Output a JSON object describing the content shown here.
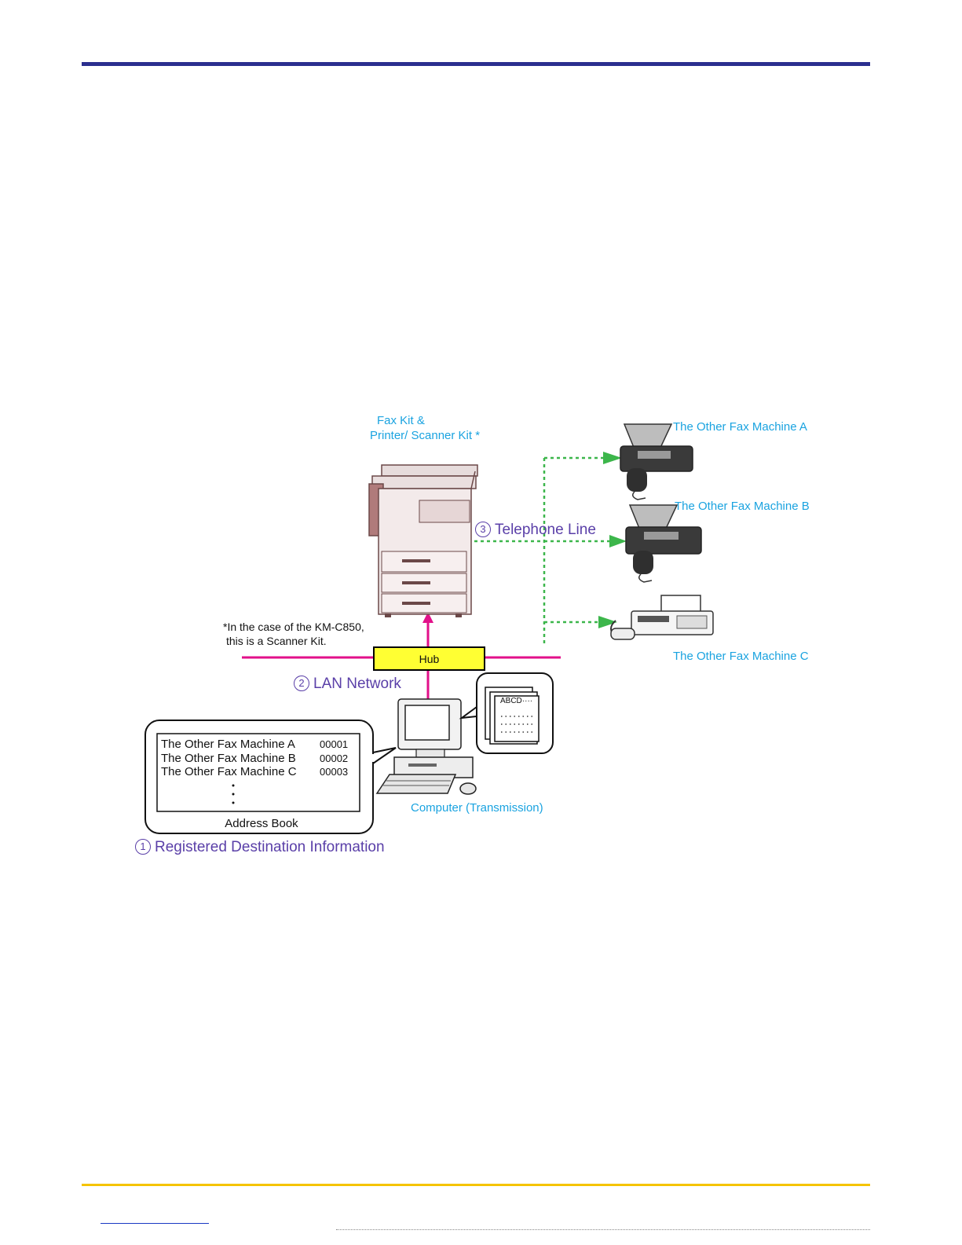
{
  "colors": {
    "rule_top": "#2b2f8f",
    "rule_bottom": "#f5c400",
    "lan": "#e2108a",
    "phone": "#3cb64b",
    "hub": "#ffff33",
    "caption": "#1aa3e0",
    "step": "#5a3fa8"
  },
  "diagram": {
    "mfp_label_line1": "Fax Kit &",
    "mfp_label_line2": "Printer/ Scanner Kit *",
    "footnote_line1": "*In the case of the KM-C850,",
    "footnote_line2": "this is a Scanner Kit.",
    "hub_label": "Hub",
    "step1_num": "1",
    "step1_label": "Registered Destination Information",
    "step2_num": "2",
    "step2_label": "LAN Network",
    "step3_num": "3",
    "step3_label": "Telephone Line",
    "fax_a": "The Other Fax Machine A",
    "fax_b": "The Other Fax Machine B",
    "fax_c": "The Other Fax Machine C",
    "computer_label": "Computer (Transmission)",
    "document_text": "ABCD····",
    "address_book": {
      "title": "Address Book",
      "entries": [
        {
          "name": "The Other Fax Machine A",
          "number": "00001"
        },
        {
          "name": "The Other Fax Machine B",
          "number": "00002"
        },
        {
          "name": "The Other Fax Machine C",
          "number": "00003"
        }
      ]
    }
  }
}
